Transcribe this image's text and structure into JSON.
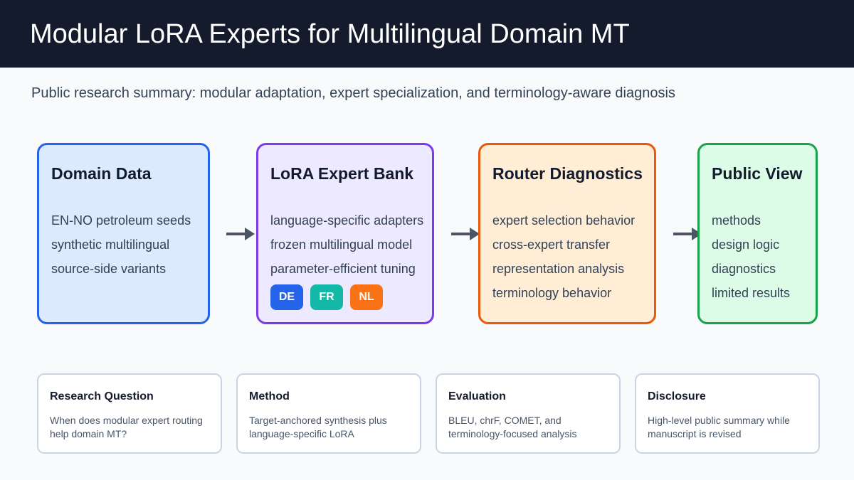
{
  "header": {
    "title": "Modular LoRA Experts for Multilingual Domain MT"
  },
  "subtitle": "Public research summary: modular adaptation, expert specialization, and terminology-aware diagnosis",
  "pipeline": [
    {
      "title": "Domain Data",
      "lines": [
        "EN-NO petroleum seeds",
        "synthetic multilingual",
        "source-side variants"
      ],
      "accent": "#2563eb"
    },
    {
      "title": "LoRA Expert Bank",
      "lines": [
        "language-specific adapters",
        "frozen multilingual model",
        "parameter-efficient tuning"
      ],
      "accent": "#7c3aed",
      "badges": [
        {
          "label": "DE",
          "color": "#2563eb"
        },
        {
          "label": "FR",
          "color": "#14b8a6"
        },
        {
          "label": "NL",
          "color": "#f97316"
        }
      ]
    },
    {
      "title": "Router Diagnostics",
      "lines": [
        "expert selection behavior",
        "cross-expert transfer",
        "representation analysis",
        "terminology behavior"
      ],
      "accent": "#ea580c"
    },
    {
      "title": "Public View",
      "lines": [
        "methods",
        "design logic",
        "diagnostics",
        "limited results"
      ],
      "accent": "#16a34a"
    }
  ],
  "info_cards": [
    {
      "title": "Research Question",
      "text": "When does modular expert routing help domain MT?"
    },
    {
      "title": "Method",
      "text": "Target-anchored synthesis plus language-specific LoRA"
    },
    {
      "title": "Evaluation",
      "text": "BLEU, chrF, COMET, and terminology-focused analysis"
    },
    {
      "title": "Disclosure",
      "text": "High-level public summary while manuscript is revised"
    }
  ],
  "icons": {
    "connector": "arrow-right-icon"
  },
  "colors": {
    "header_bg": "#141b2d",
    "arrow": "#4b5563"
  }
}
